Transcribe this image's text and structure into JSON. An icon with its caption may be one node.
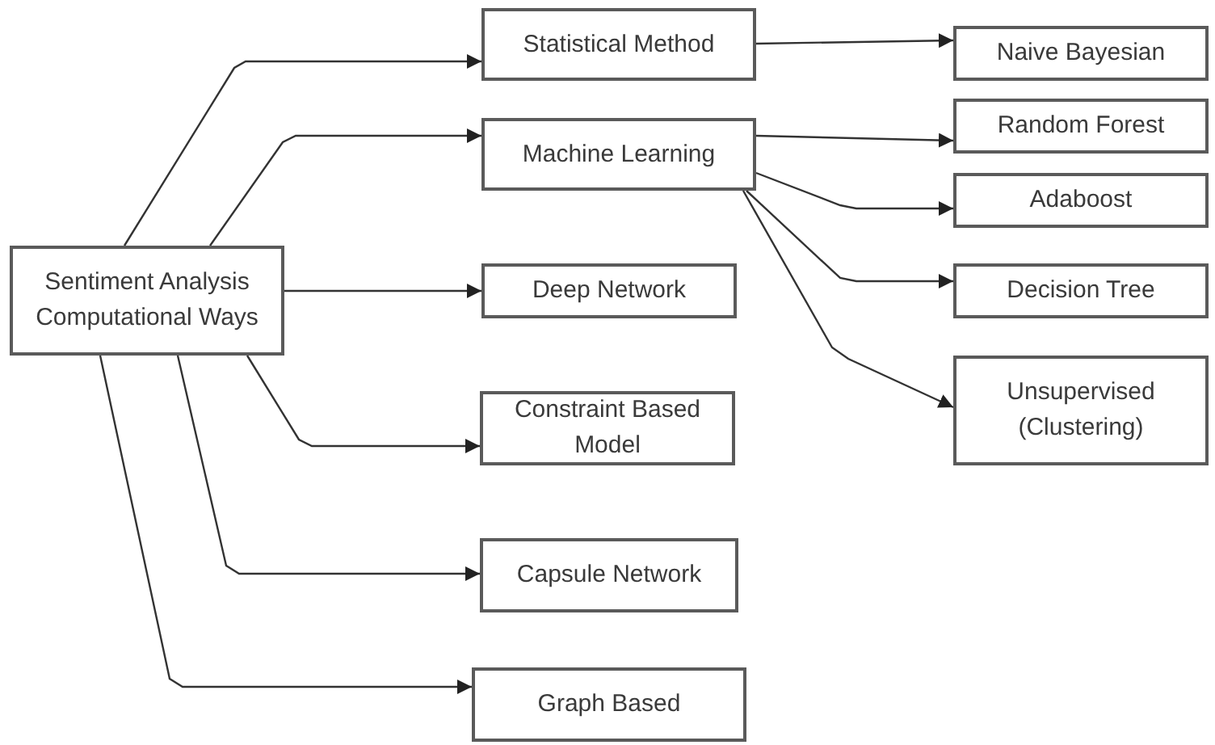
{
  "diagram": {
    "nodes": [
      {
        "text": [
          "Sentiment Analysis Computational Ways"
        ]
      },
      {
        "text": [
          "Statistical Method"
        ]
      },
      {
        "text": [
          "Machine Learning"
        ]
      },
      {
        "text": [
          "Deep Network"
        ]
      },
      {
        "text": [
          "Constraint Based Model"
        ]
      },
      {
        "text": [
          "Capsule Network"
        ]
      },
      {
        "text": [
          "Graph Based"
        ]
      },
      {
        "text": [
          "Naive Bayesian"
        ]
      },
      {
        "text": [
          "Random Forest"
        ]
      },
      {
        "text": [
          "Adaboost"
        ]
      },
      {
        "text": [
          "Decision Tree"
        ]
      },
      {
        "text": [
          "Unsupervised (Clustering)"
        ]
      }
    ],
    "edges": [
      {
        "from": 0,
        "to": 1,
        "arrow": "to"
      },
      {
        "from": 0,
        "to": 2,
        "arrow": "to"
      },
      {
        "from": 0,
        "to": 3,
        "arrow": "to"
      },
      {
        "from": 0,
        "to": 4,
        "arrow": "to"
      },
      {
        "from": 0,
        "to": 5,
        "arrow": "to"
      },
      {
        "from": 0,
        "to": 6,
        "arrow": "to"
      },
      {
        "from": 1,
        "to": 7,
        "arrow": "to"
      },
      {
        "from": 2,
        "to": 8,
        "arrow": "to"
      },
      {
        "from": 2,
        "to": 9,
        "arrow": "to"
      },
      {
        "from": 2,
        "to": 10,
        "arrow": "to"
      },
      {
        "from": 2,
        "to": 11,
        "arrow": "to"
      }
    ]
  }
}
